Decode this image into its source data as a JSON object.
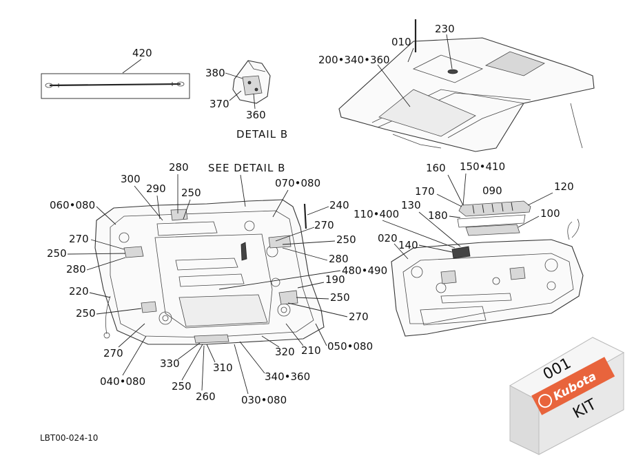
{
  "diagram": {
    "code": "LBT00-024-10",
    "detail_caption": "DETAIL   B",
    "see_detail": "SEE  DETAIL   B",
    "kit_box": {
      "number": "001",
      "brand": "Kubota",
      "label": "KIT",
      "brand_color": "#e8643c"
    },
    "labels": {
      "p420": "420",
      "p380": "380",
      "p370": "370",
      "p360": "360",
      "p010": "010",
      "p230": "230",
      "p200": "200•340•360",
      "p300": "300",
      "p280a": "280",
      "p290": "290",
      "p250a": "250",
      "p070": "070•080",
      "p060": "060•080",
      "p240": "240",
      "p270a": "270",
      "p250b": "250",
      "p270b": "270",
      "p250c": "250",
      "p280b": "280",
      "p280c": "280",
      "p480": "480•490",
      "p190": "190",
      "p220": "220",
      "p250d": "250",
      "p250e": "250",
      "p270c": "270",
      "p270d": "270",
      "p050": "050•080",
      "p210": "210",
      "p320": "320",
      "p330": "330",
      "p310": "310",
      "p250f": "250",
      "p340": "340•360",
      "p260": "260",
      "p040": "040•080",
      "p030": "030•080",
      "p160": "160",
      "p150": "150•410",
      "p170": "170",
      "p090": "090",
      "p120": "120",
      "p110": "110•400",
      "p130": "130",
      "p180": "180",
      "p100": "100",
      "p020": "020",
      "p140": "140"
    }
  }
}
